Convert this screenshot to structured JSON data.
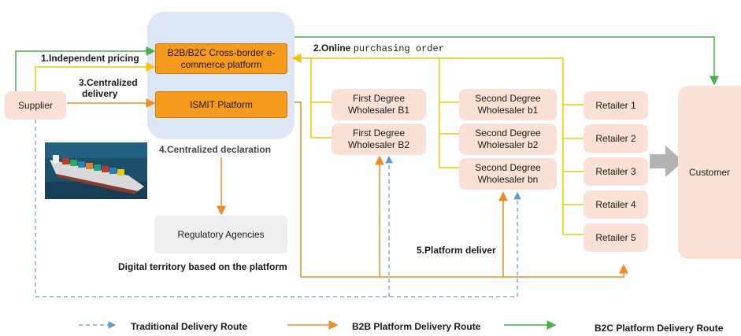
{
  "nodes": {
    "supplier": "Supplier",
    "platform_cross_border": "B2B/B2C Cross-border e-commerce platform",
    "platform_ismit": "ISMIT Platform",
    "regulatory": "Regulatory Agencies",
    "customer": "Customer",
    "first_degree": [
      "First Degree Wholesaler B1",
      "First Degree Wholesaler B2"
    ],
    "second_degree": [
      "Second Degree Wholesaler b1",
      "Second Degree Wholesaler b2",
      "Second Degree Wholesaler bn"
    ],
    "retailers": [
      "Retailer 1",
      "Retailer 2",
      "Retailer 3",
      "Retailer 4",
      "Retailer 5"
    ]
  },
  "labels": {
    "independent_pricing": "1.Independent pricing",
    "online_prefix": "2.Online",
    "online_suffix": "purchasing order",
    "centralized_delivery_1": "3.Centralized",
    "centralized_delivery_2": "delivery",
    "centralized_declaration": "4.Centralized declaration",
    "platform_deliver": "5.Platform deliver",
    "digital_territory": "Digital territory based on the platform"
  },
  "legend": {
    "traditional": "Traditional Delivery Route",
    "b2b": "B2B Platform Delivery Route",
    "b2c": "B2C Platform Delivery Route"
  },
  "colors": {
    "green": "#4cae4c",
    "orange": "#f08a24",
    "dashed_blue": "#5b9bd5",
    "light_orange": "#f5a623",
    "yellow": "#f7c400",
    "pink_box": "#fbe0d5",
    "platform_box": "#f59a1a",
    "platform_bg": "#dde6f5"
  }
}
